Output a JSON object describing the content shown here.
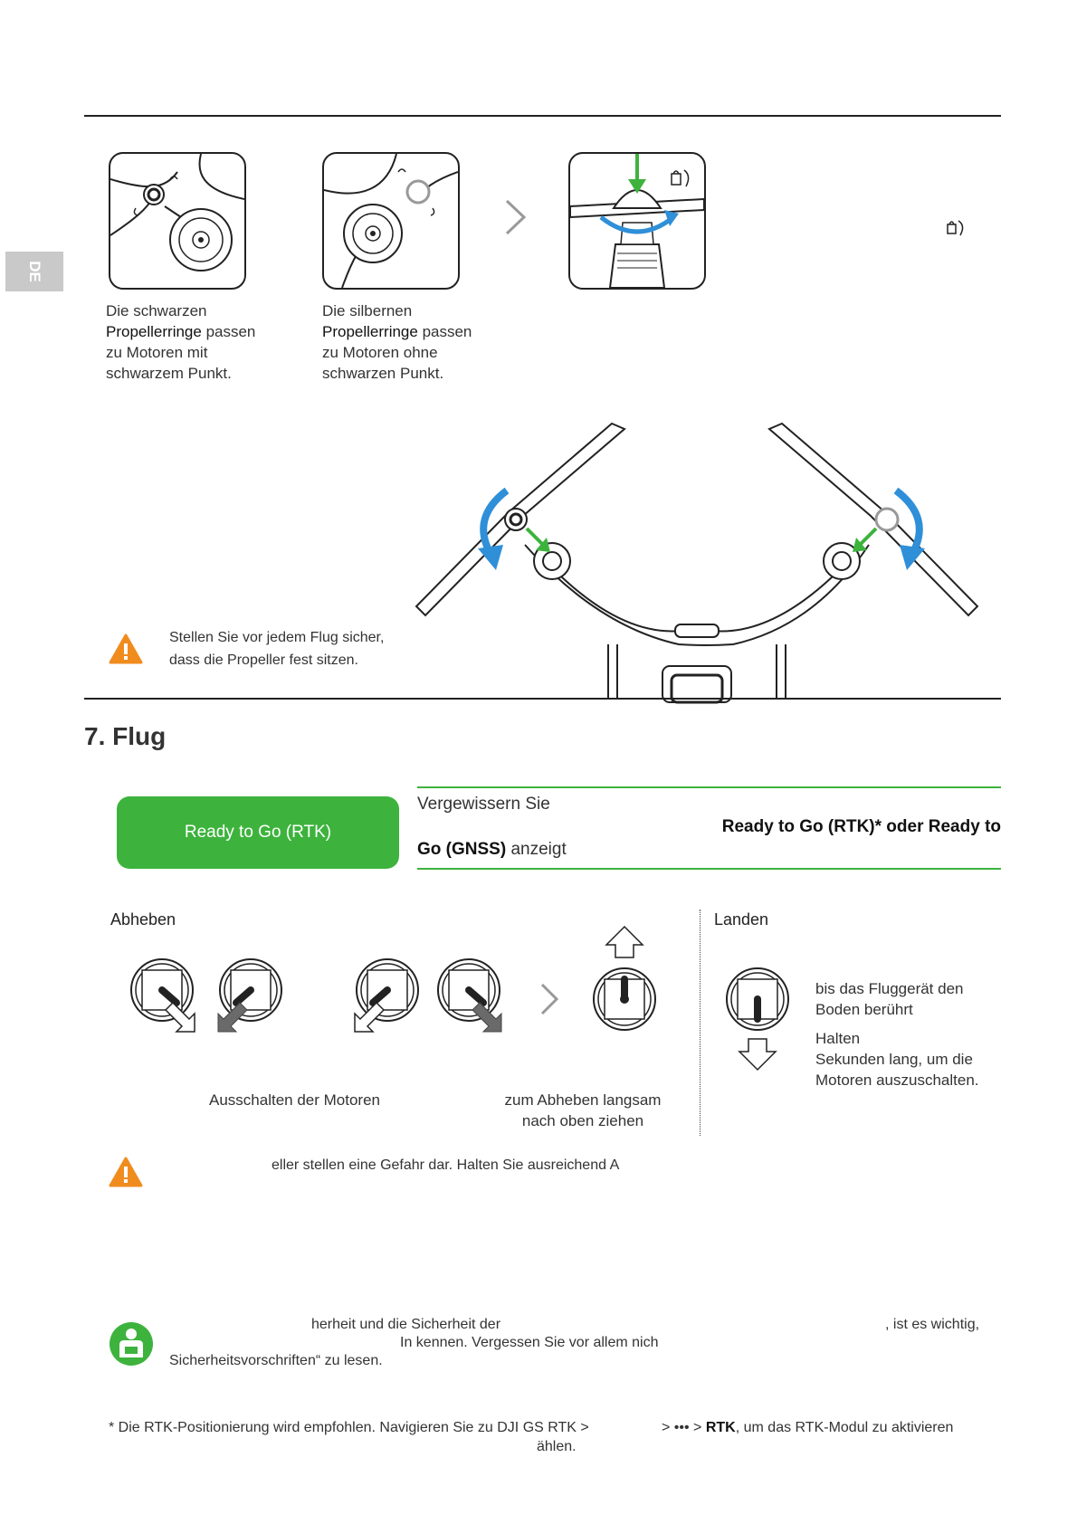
{
  "side_tab": {
    "label": "DE"
  },
  "propeller_section": {
    "caption_black": [
      "Die schwarzen",
      "Propellerringe",
      " passen",
      "zu Motoren mit",
      "schwarzem Punkt."
    ],
    "caption_silver": [
      "Die silbernen",
      "Propellerringe",
      " passen",
      "zu Motoren ohne",
      "schwarzen Punkt."
    ],
    "warning": [
      "Stellen Sie vor jedem Flug sicher,",
      "dass die Propeller fest sitzen."
    ]
  },
  "flight_section": {
    "title": "7. Flug",
    "status_button": "Ready to Go (RTK)",
    "check_text": {
      "line1": "Vergewissern Sie",
      "line2_bold": "Ready to Go (RTK)* oder Ready to",
      "line3_bold": "Go (GNSS)",
      "line3_rest": " anzeigt"
    },
    "takeoff": {
      "heading": "Abheben",
      "motors_caption": "Ausschalten der Motoren",
      "lift_caption": [
        "zum Abheben langsam",
        "nach oben ziehen"
      ]
    },
    "landing": {
      "heading": "Landen",
      "text": [
        "bis das Fluggerät den",
        "Boden berührt",
        "Halten",
        "Sekunden lang, um die",
        "Motoren auszuschalten."
      ]
    },
    "warning": "eller stellen eine Gefahr dar. Halten Sie ausreichend A",
    "safety_note": {
      "line1a": "herheit und die Sicherheit der",
      "line1b": ", ist es wichtig,",
      "line2": "In kennen. Vergessen Sie vor allem nich",
      "line3": "Sicherheitsvorschriften“ zu lesen."
    },
    "footnote": {
      "part1": "* Die RTK-Positionierung wird empfohlen. Navigieren Sie zu DJI GS RTK >",
      "part2": "> ••• >",
      "part3_bold": "RTK",
      "part4": ", um das RTK-Modul zu aktivieren",
      "line2": "ählen."
    }
  },
  "colors": {
    "accent_green": "#3db33d",
    "arrow_blue": "#2f8fd8",
    "warning_orange": "#f08c1e"
  }
}
